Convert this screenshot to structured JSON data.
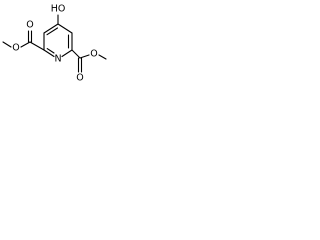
{
  "molecule": {
    "atoms": {
      "hydroxyl": "HO",
      "ring_nitrogen": "N",
      "left_carbonyl_oxygen": "O",
      "left_ester_oxygen": "O",
      "right_carbonyl_oxygen": "O",
      "right_ester_oxygen": "O"
    }
  }
}
